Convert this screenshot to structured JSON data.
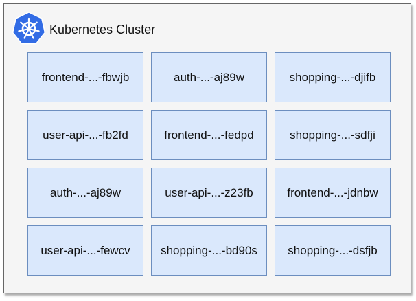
{
  "cluster": {
    "title": "Kubernetes Cluster",
    "logo_icon": "kubernetes-helm-wheel-icon",
    "colors": {
      "logo_fill": "#326ce5",
      "pod_fill": "#dae8fc",
      "pod_border": "#6c8ebf"
    }
  },
  "pods": [
    {
      "label": "frontend-...-fbwjb"
    },
    {
      "label": "auth-...-aj89w"
    },
    {
      "label": "shopping-...-djifb"
    },
    {
      "label": "user-api-...-fb2fd"
    },
    {
      "label": "frontend-...-fedpd"
    },
    {
      "label": "shopping-...-sdfji"
    },
    {
      "label": "auth-...-aj89w"
    },
    {
      "label": "user-api-...-z23fb"
    },
    {
      "label": "frontend-...-jdnbw"
    },
    {
      "label": "user-api-...-fewcv"
    },
    {
      "label": "shopping-...-bd90s"
    },
    {
      "label": "shopping-...-dsfjb"
    }
  ]
}
